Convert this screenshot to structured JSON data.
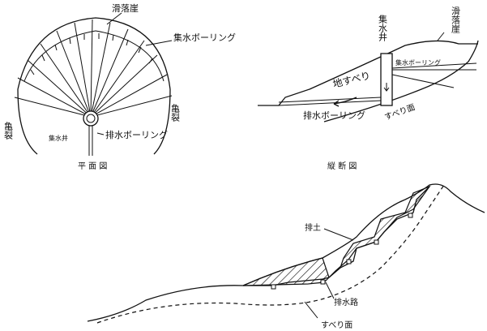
{
  "plan": {
    "caption": "平 面 図",
    "landslide_scarp": "滑落崖",
    "collection_borings": "集水ボーリング",
    "crack_left": "亀裂",
    "crack_right": "亀裂",
    "collection_well": "集水井",
    "drainage_boring": "排水ボーリング"
  },
  "section": {
    "caption": "縦 断 図",
    "collection_well": "集水井",
    "landslide_scarp": "滑落崖",
    "collection_boring": "集水ボーリング",
    "landslide": "地すべり",
    "drainage_boring": "排水ボーリング",
    "slip_surface": "すべり面"
  },
  "slope": {
    "soil_removal": "排土",
    "drain_channel": "排水路",
    "slip_surface": "すべり面"
  }
}
